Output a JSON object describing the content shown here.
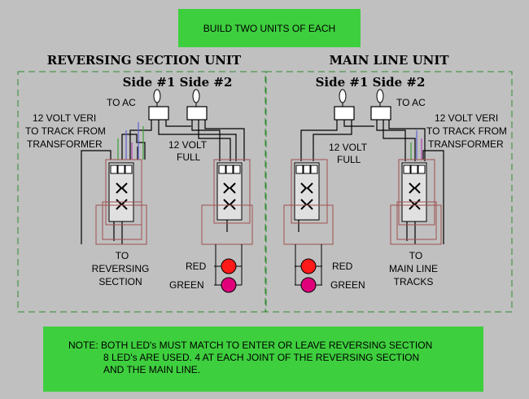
{
  "banner": {
    "text": "BUILD TWO UNITS OF EACH",
    "color": "#3ecf3e"
  },
  "units": {
    "reversing": {
      "title": "REVERSING SECTION UNIT",
      "sides": "Side #1 Side #2",
      "to_ac": "TO AC",
      "veri": [
        "12 VOLT VERI",
        "TO TRACK FROM",
        "TRANSFORMER"
      ],
      "full": [
        "12 VOLT",
        "FULL"
      ],
      "output": [
        "TO",
        "REVERSING",
        "SECTION"
      ],
      "led_red": "RED",
      "led_green": "GREEN"
    },
    "mainline": {
      "title": "MAIN LINE UNIT",
      "sides": "Side #1 Side #2",
      "to_ac": "TO AC",
      "veri": [
        "12 VOLT VERI",
        "TO TRACK FROM",
        "TRANSFORMER"
      ],
      "full": [
        "12 VOLT",
        "FULL"
      ],
      "output": [
        "TO",
        "MAIN LINE",
        "TRACKS"
      ],
      "led_red": "RED",
      "led_green": "GREEN"
    }
  },
  "note": {
    "lines": [
      "NOTE:  BOTH LED's MUST MATCH TO ENTER OR LEAVE REVERSING SECTION",
      "8 LED's ARE USED. 4 AT EACH JOINT OF THE REVERSING SECTION",
      "AND THE MAIN LINE."
    ]
  },
  "colors": {
    "banner": "#3ecf3e",
    "led_red": "#ff1a1a",
    "led_green": "#e0007a",
    "relay_outline": "#a05050",
    "box": "#2e8b2e"
  }
}
